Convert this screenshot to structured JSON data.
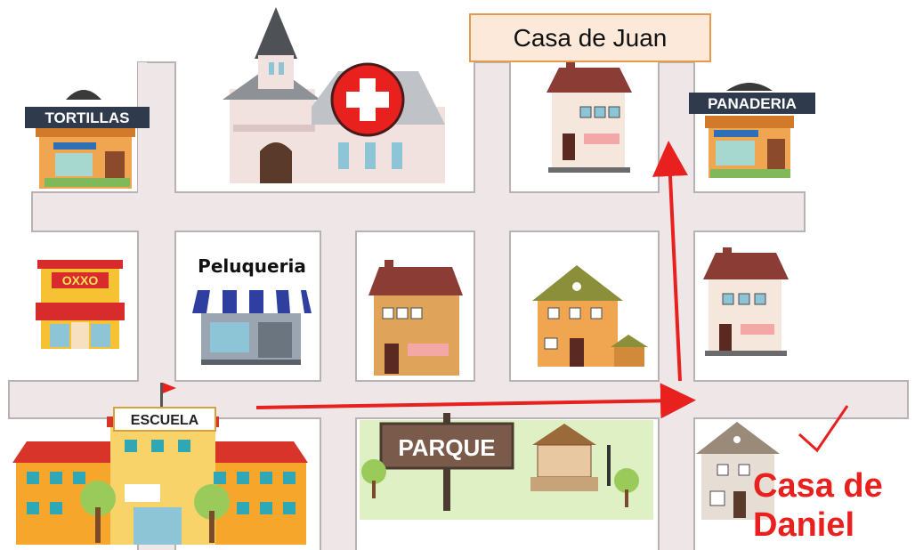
{
  "signs": {
    "tortillas": "TORTILLAS",
    "panaderia": "PANADERIA",
    "oxxo": "OXXO",
    "peluqueria": "Peluqueria",
    "escuela": "ESCUELA",
    "parque": "PARQUE"
  },
  "labels": {
    "casa_juan": "Casa de Juan",
    "casa_daniel_line1": "Casa de",
    "casa_daniel_line2": "Daniel"
  },
  "icons": {
    "hospital": "red-cross-icon",
    "check": "checkmark-icon"
  },
  "colors": {
    "street": "#efe6e8",
    "street_border": "#b9b2b4",
    "route": "#e8201e",
    "label_red": "#e8201e",
    "park_green": "#dff1c4"
  }
}
